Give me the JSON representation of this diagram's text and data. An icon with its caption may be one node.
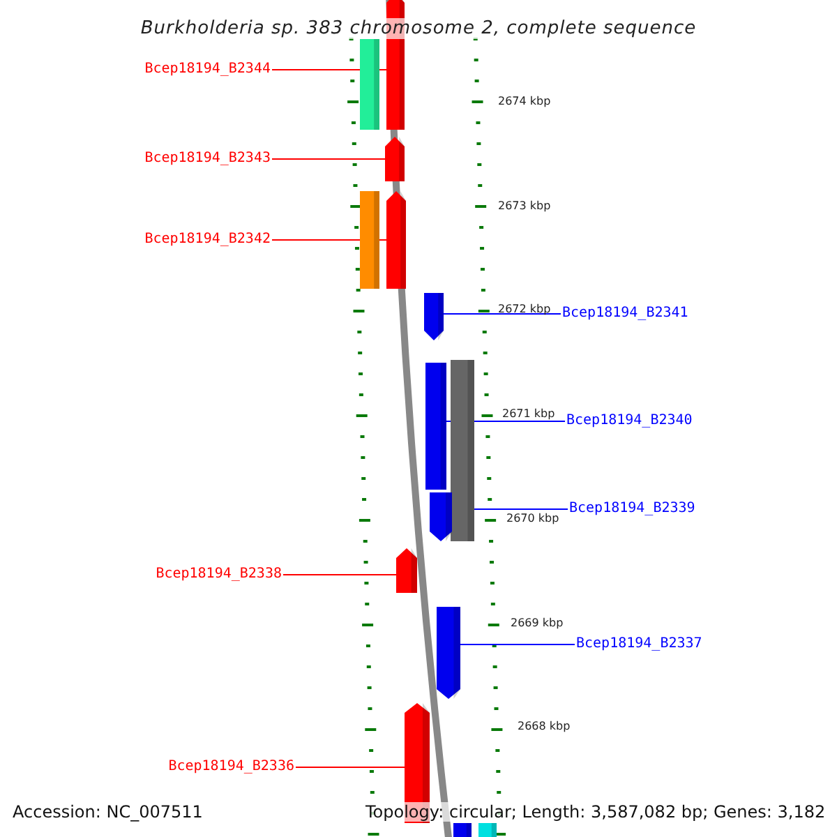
{
  "diagram": {
    "title": "Burkholderia sp. 383 chromosome 2, complete sequence",
    "nodes": [
      {
        "text": [
          "Bcep18194_B2344"
        ]
      },
      {
        "text": [],
        "shape": "box"
      },
      {
        "text": [
          "Bcep18194_B2343"
        ]
      },
      {
        "text": [],
        "shape": "box"
      },
      {
        "text": [
          "Bcep18194_B2342"
        ]
      },
      {
        "text": [],
        "shape": "box"
      },
      {
        "text": [
          "Bcep18194_B2341"
        ]
      },
      {
        "text": [],
        "shape": "box"
      },
      {
        "text": [
          "Bcep18194_B2340"
        ]
      },
      {
        "text": [],
        "shape": "box"
      },
      {
        "text": [
          "Bcep18194_B2339"
        ]
      },
      {
        "text": [],
        "shape": "box"
      },
      {
        "text": [
          "Bcep18194_B2338"
        ]
      },
      {
        "text": [],
        "shape": "box"
      },
      {
        "text": [
          "Bcep18194_B2337"
        ]
      },
      {
        "text": [],
        "shape": "box"
      },
      {
        "text": [
          "Bcep18194_B2336"
        ]
      },
      {
        "text": [],
        "shape": "box"
      }
    ],
    "edges": [
      {
        "from": 0,
        "to": 1,
        "arrow": "none"
      },
      {
        "from": 2,
        "to": 3,
        "arrow": "none"
      },
      {
        "from": 4,
        "to": 5,
        "arrow": "none"
      },
      {
        "from": 6,
        "to": 7,
        "arrow": "none",
        "color": "#0000ff"
      },
      {
        "from": 8,
        "to": 9,
        "arrow": "none",
        "color": "#0000ff"
      },
      {
        "from": 10,
        "to": 11,
        "arrow": "none",
        "color": "#0000ff"
      },
      {
        "from": 12,
        "to": 13,
        "arrow": "none"
      },
      {
        "from": 14,
        "to": 15,
        "arrow": "none",
        "color": "#0000ff"
      },
      {
        "from": 16,
        "to": 17,
        "arrow": "none"
      }
    ],
    "labels": [
      "2674 kbp",
      "2673 kbp",
      "2672 kbp",
      "2671 kbp",
      "2670 kbp",
      "2669 kbp",
      "2668 kbp",
      "Accession: NC_007511",
      "Topology: circular; Length: 3,587,082 bp; Genes: 3,182"
    ]
  }
}
